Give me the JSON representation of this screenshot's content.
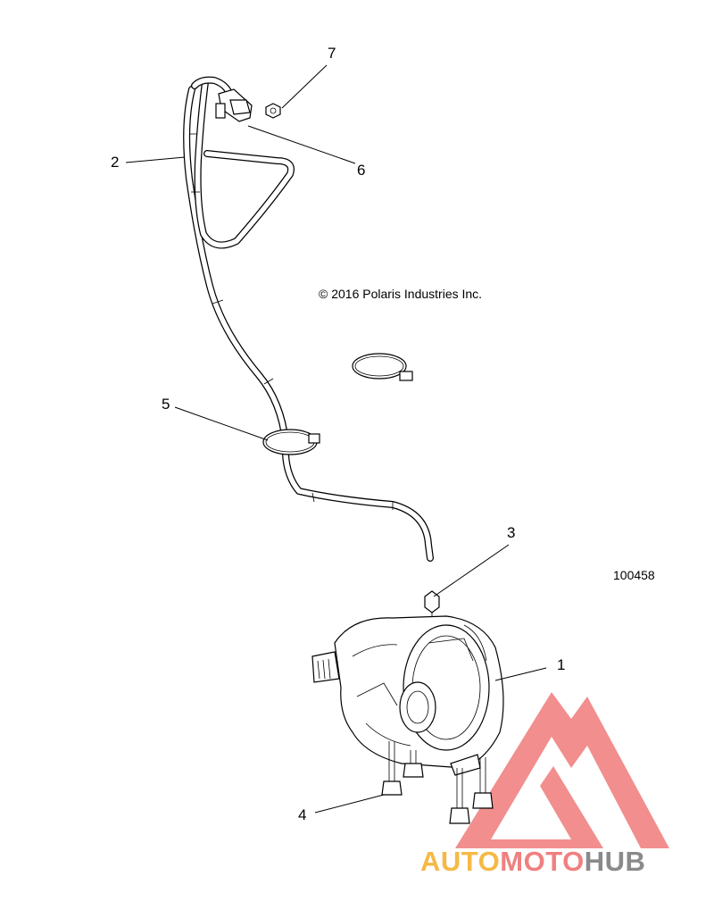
{
  "copyright": "© 2016 Polaris Industries Inc.",
  "document_number": "100458",
  "callouts": {
    "c1": "1",
    "c2": "2",
    "c3": "3",
    "c4": "4",
    "c5": "5",
    "c6": "6",
    "c7": "7"
  },
  "watermark": {
    "part_a": "AUTO",
    "part_b": "MOTO",
    "part_c": "HUB",
    "color_a": "#f5b945",
    "color_b": "#f08080",
    "color_c": "#8a8a8a",
    "logo_color": "#f07a7a"
  }
}
